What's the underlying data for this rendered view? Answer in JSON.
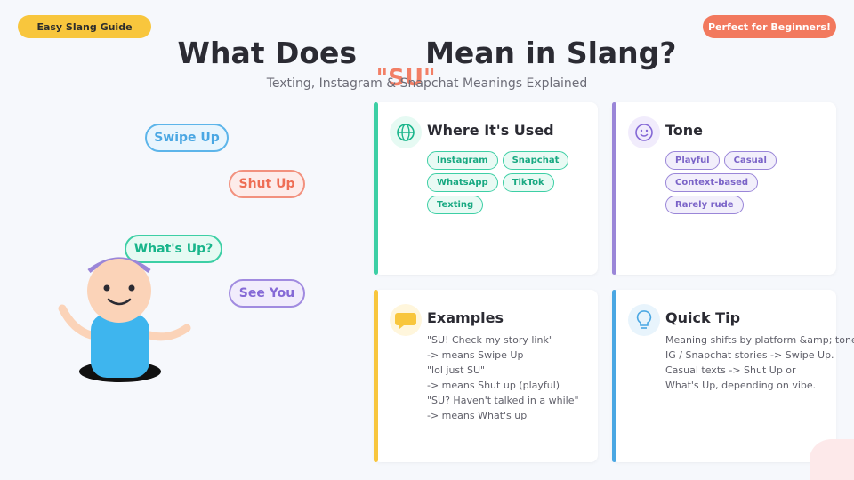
{
  "badges": {
    "left": "Easy Slang Guide",
    "right": "Perfect for Beginners!"
  },
  "header": {
    "title_before": "What Does",
    "title_word": "\"SU\"",
    "title_after": "Mean in Slang?",
    "subtitle": "Texting, Instagram & Snapchat Meanings Explained"
  },
  "bubbles": {
    "swipe": "Swipe Up",
    "shut": "Shut Up",
    "whats": "What's Up?",
    "see": "See You"
  },
  "cards": {
    "where": {
      "title": "Where It's Used",
      "tags": [
        "Instagram",
        "Snapchat",
        "WhatsApp",
        "TikTok",
        "Texting"
      ]
    },
    "tone": {
      "title": "Tone",
      "tags": [
        "Playful",
        "Casual",
        "Context-based",
        "Rarely rude"
      ]
    },
    "examples": {
      "title": "Examples",
      "lines": [
        "\"SU! Check my story link\"",
        "-> means Swipe Up",
        "\"lol just SU\"",
        "-> means Shut up (playful)",
        "\"SU? Haven't talked in a while\"",
        "-> means What's up"
      ]
    },
    "tip": {
      "title": "Quick Tip",
      "lines": [
        "Meaning shifts by platform &amp; tone",
        "IG / Snapchat stories -> Swipe Up.",
        "Casual texts -> Shut Up or",
        "What's Up, depending on vibe."
      ]
    }
  },
  "colors": {
    "yellow": "#f8c63d",
    "coral": "#f2795e",
    "green": "#3dcfa5",
    "purple": "#9a86d8",
    "blue": "#4aa7e3"
  },
  "icons": {
    "where": "globe-icon",
    "tone": "smiley-icon",
    "examples": "chat-bubble-icon",
    "tip": "lightbulb-icon"
  }
}
